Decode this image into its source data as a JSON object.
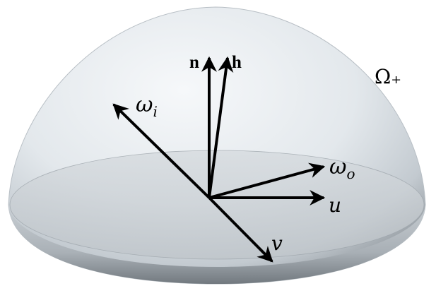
{
  "diagram": {
    "region_label": "Ω₊",
    "vectors": {
      "n": "n",
      "h": "h",
      "omega_i": "ω",
      "omega_i_sub": "i",
      "omega_o": "ω",
      "omega_o_sub": "o",
      "u": "u",
      "v": "v"
    }
  },
  "colors": {
    "background": "#ffffff",
    "dome_light": "#f3f6f8",
    "dome_mid": "#cfd6dc",
    "dome_dark": "#7e858b",
    "arrow": "#000000"
  }
}
